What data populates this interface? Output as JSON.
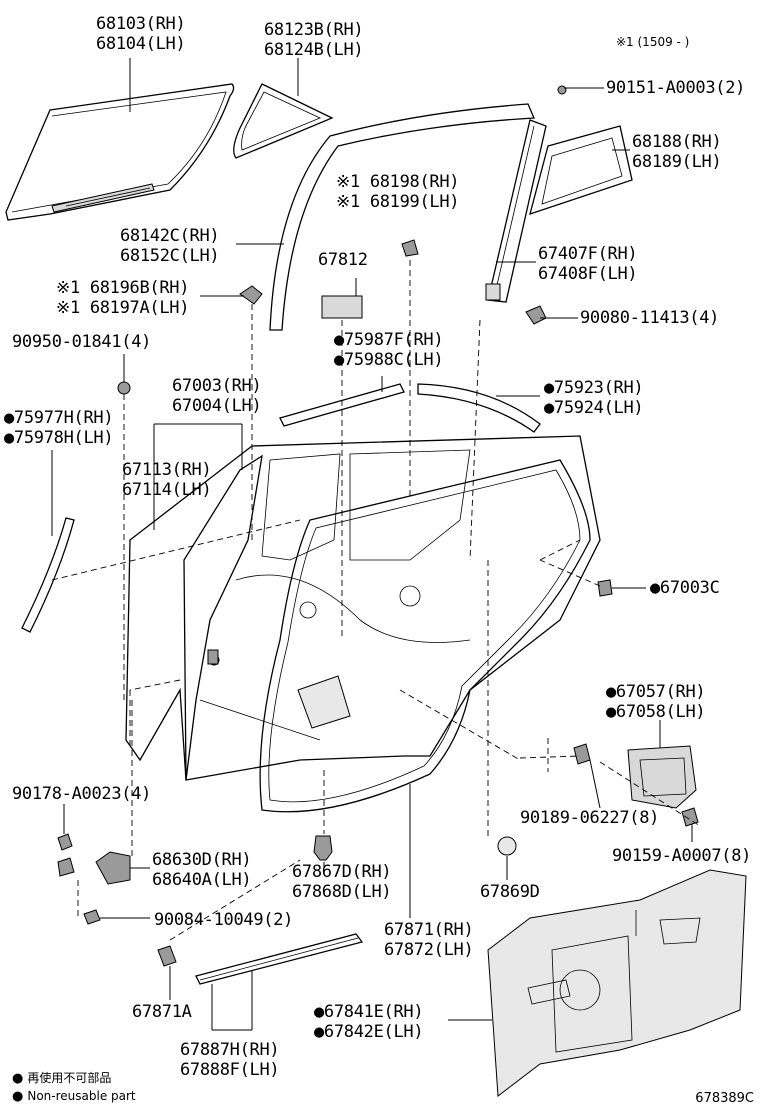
{
  "header_note": "※1 (1509 -    )",
  "parts": [
    {
      "id": "p1",
      "lines": [
        "68103(RH)",
        "68104(LH)"
      ]
    },
    {
      "id": "p2",
      "lines": [
        "68123B(RH)",
        "68124B(LH)"
      ]
    },
    {
      "id": "p3",
      "lines": [
        "90151-A0003(2)"
      ]
    },
    {
      "id": "p4",
      "lines": [
        "68188(RH)",
        "68189(LH)"
      ]
    },
    {
      "id": "p5",
      "lines": [
        "※1 68198(RH)",
        "※1 68199(LH)"
      ]
    },
    {
      "id": "p6",
      "lines": [
        "68142C(RH)",
        "68152C(LH)"
      ]
    },
    {
      "id": "p7",
      "lines": [
        "67812"
      ]
    },
    {
      "id": "p8",
      "lines": [
        "67407F(RH)",
        "67408F(LH)"
      ]
    },
    {
      "id": "p9",
      "lines": [
        "※1 68196B(RH)",
        "※1 68197A(LH)"
      ]
    },
    {
      "id": "p10",
      "lines": [
        "90080-11413(4)"
      ]
    },
    {
      "id": "p11",
      "lines": [
        "90950-01841(4)"
      ]
    },
    {
      "id": "p12",
      "lines": [
        "●75987F(RH)",
        "●75988C(LH)"
      ]
    },
    {
      "id": "p13",
      "lines": [
        "67003(RH)",
        "67004(LH)"
      ]
    },
    {
      "id": "p14",
      "lines": [
        "●75923(RH)",
        "●75924(LH)"
      ]
    },
    {
      "id": "p15",
      "lines": [
        "●75977H(RH)",
        "●75978H(LH)"
      ]
    },
    {
      "id": "p16",
      "lines": [
        "67113(RH)",
        "67114(LH)"
      ]
    },
    {
      "id": "p17",
      "lines": [
        "●67003C"
      ]
    },
    {
      "id": "p18",
      "lines": [
        "●67057(RH)",
        "●67058(LH)"
      ]
    },
    {
      "id": "p19",
      "lines": [
        "90178-A0023(4)"
      ]
    },
    {
      "id": "p20",
      "lines": [
        "90189-06227(8)"
      ]
    },
    {
      "id": "p21",
      "lines": [
        "90159-A0007(8)"
      ]
    },
    {
      "id": "p22",
      "lines": [
        "68630D(RH)",
        "68640A(LH)"
      ]
    },
    {
      "id": "p23",
      "lines": [
        "67867D(RH)",
        "67868D(LH)"
      ]
    },
    {
      "id": "p24",
      "lines": [
        "67869D"
      ]
    },
    {
      "id": "p25",
      "lines": [
        "90084-10049(2)"
      ]
    },
    {
      "id": "p26",
      "lines": [
        "67871(RH)",
        "67872(LH)"
      ]
    },
    {
      "id": "p27",
      "lines": [
        "67871A"
      ]
    },
    {
      "id": "p28",
      "lines": [
        "●67841E(RH)",
        "●67842E(LH)"
      ]
    },
    {
      "id": "p29",
      "lines": [
        "67887H(RH)",
        "67888F(LH)"
      ]
    }
  ],
  "legend": {
    "symbol": "●",
    "line1": "再使用不可部品",
    "line2": "Non-reusable part"
  },
  "diagram_code": "678389C"
}
